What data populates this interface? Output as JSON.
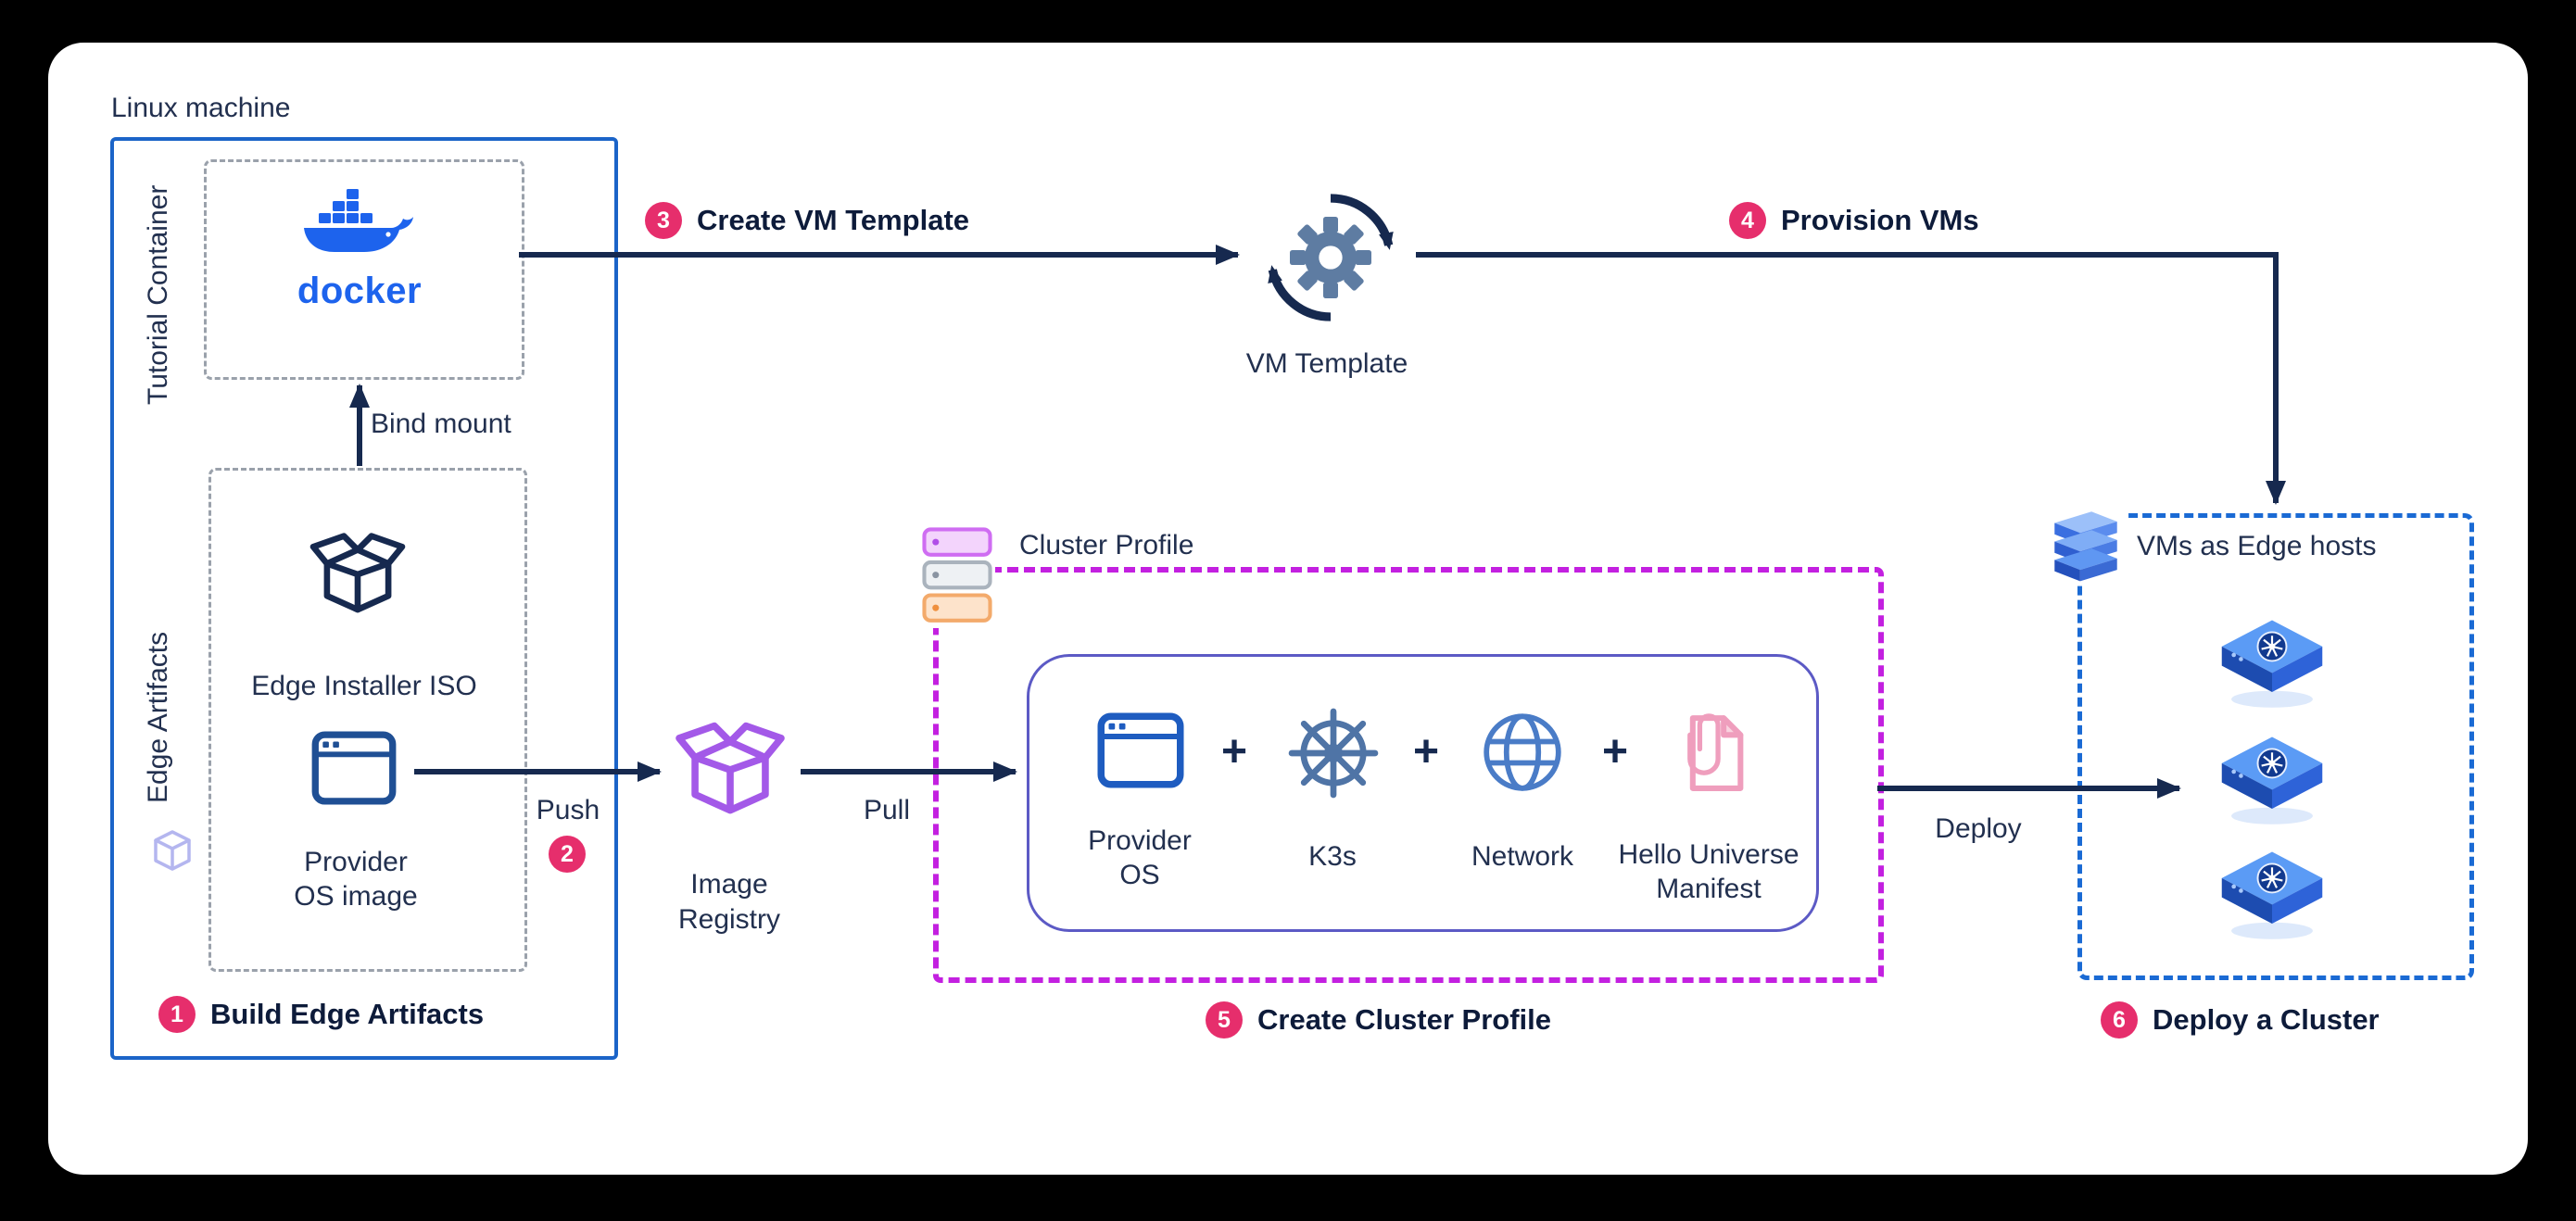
{
  "diagram": {
    "linux_machine": "Linux machine",
    "tutorial_container": "Tutorial Container",
    "edge_artifacts": "Edge Artifacts",
    "docker_wordmark": "docker",
    "bind_mount": "Bind mount",
    "edge_installer_iso": "Edge Installer ISO",
    "provider_os_image": {
      "line1": "Provider",
      "line2": "OS image"
    },
    "vm_template": "VM Template",
    "image_registry": {
      "line1": "Image",
      "line2": "Registry"
    },
    "cluster_profile_title": "Cluster Profile",
    "vms_as_edge_hosts": "VMs as Edge hosts",
    "push": "Push",
    "pull": "Pull",
    "deploy": "Deploy",
    "plus": "+"
  },
  "steps": {
    "s1": {
      "num": "1",
      "label": "Build Edge Artifacts"
    },
    "s2": {
      "num": "2"
    },
    "s3": {
      "num": "3",
      "label": "Create VM Template"
    },
    "s4": {
      "num": "4",
      "label": "Provision VMs"
    },
    "s5": {
      "num": "5",
      "label": "Create Cluster Profile"
    },
    "s6": {
      "num": "6",
      "label": "Deploy a Cluster"
    }
  },
  "profile_items": [
    {
      "line1": "Provider",
      "line2": "OS"
    },
    {
      "line1": "K3s"
    },
    {
      "line1": "Network"
    },
    {
      "line1": "Hello Universe",
      "line2": "Manifest"
    }
  ],
  "colors": {
    "navy_arrow": "#16294f",
    "accent_pink": "#e62e6c",
    "docker_blue": "#1d63ed",
    "blue_box_border": "#1b64c8",
    "gray_dashed": "#9aa1ab",
    "purple_dashed": "#c320e0",
    "registry_purple": "#a359e8",
    "edge_dashed_blue": "#1a6ad4",
    "k3s_steel": "#4f74a6",
    "globe_blue": "#4a7cc7",
    "manifest_pink": "#ef9ebd"
  }
}
